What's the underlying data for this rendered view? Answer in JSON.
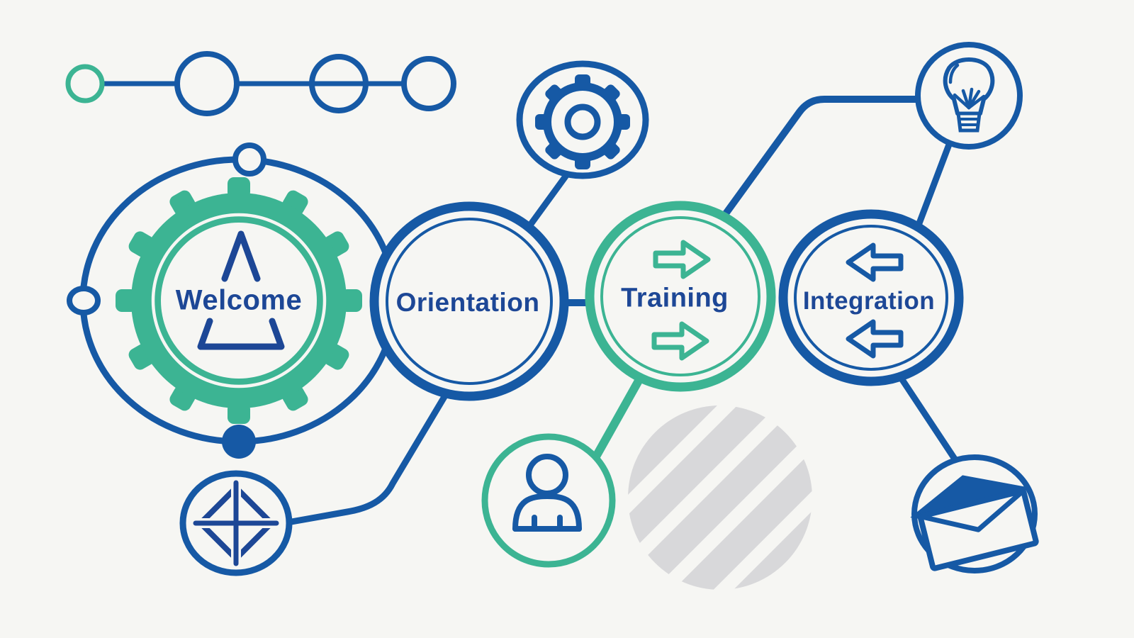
{
  "diagram": {
    "type": "onboarding-process-flow",
    "nodes": [
      {
        "id": "welcome",
        "label": "Welcome"
      },
      {
        "id": "orientation",
        "label": "Orientation"
      },
      {
        "id": "training",
        "label": "Training"
      },
      {
        "id": "integration",
        "label": "Integration"
      }
    ],
    "decorations": [
      "progress-stepper-circles",
      "gear-icon",
      "lightbulb-icon",
      "diamond-compass-icon",
      "person-icon",
      "envelope-icon",
      "striped-circle",
      "triangle-icon",
      "arrow-right-icons",
      "arrow-left-icons"
    ],
    "colors": {
      "blue": "#1659a5",
      "navy_text": "#1d4796",
      "teal": "#3cb493",
      "background": "#f6f6f3",
      "gray": "#d8d8da"
    }
  }
}
